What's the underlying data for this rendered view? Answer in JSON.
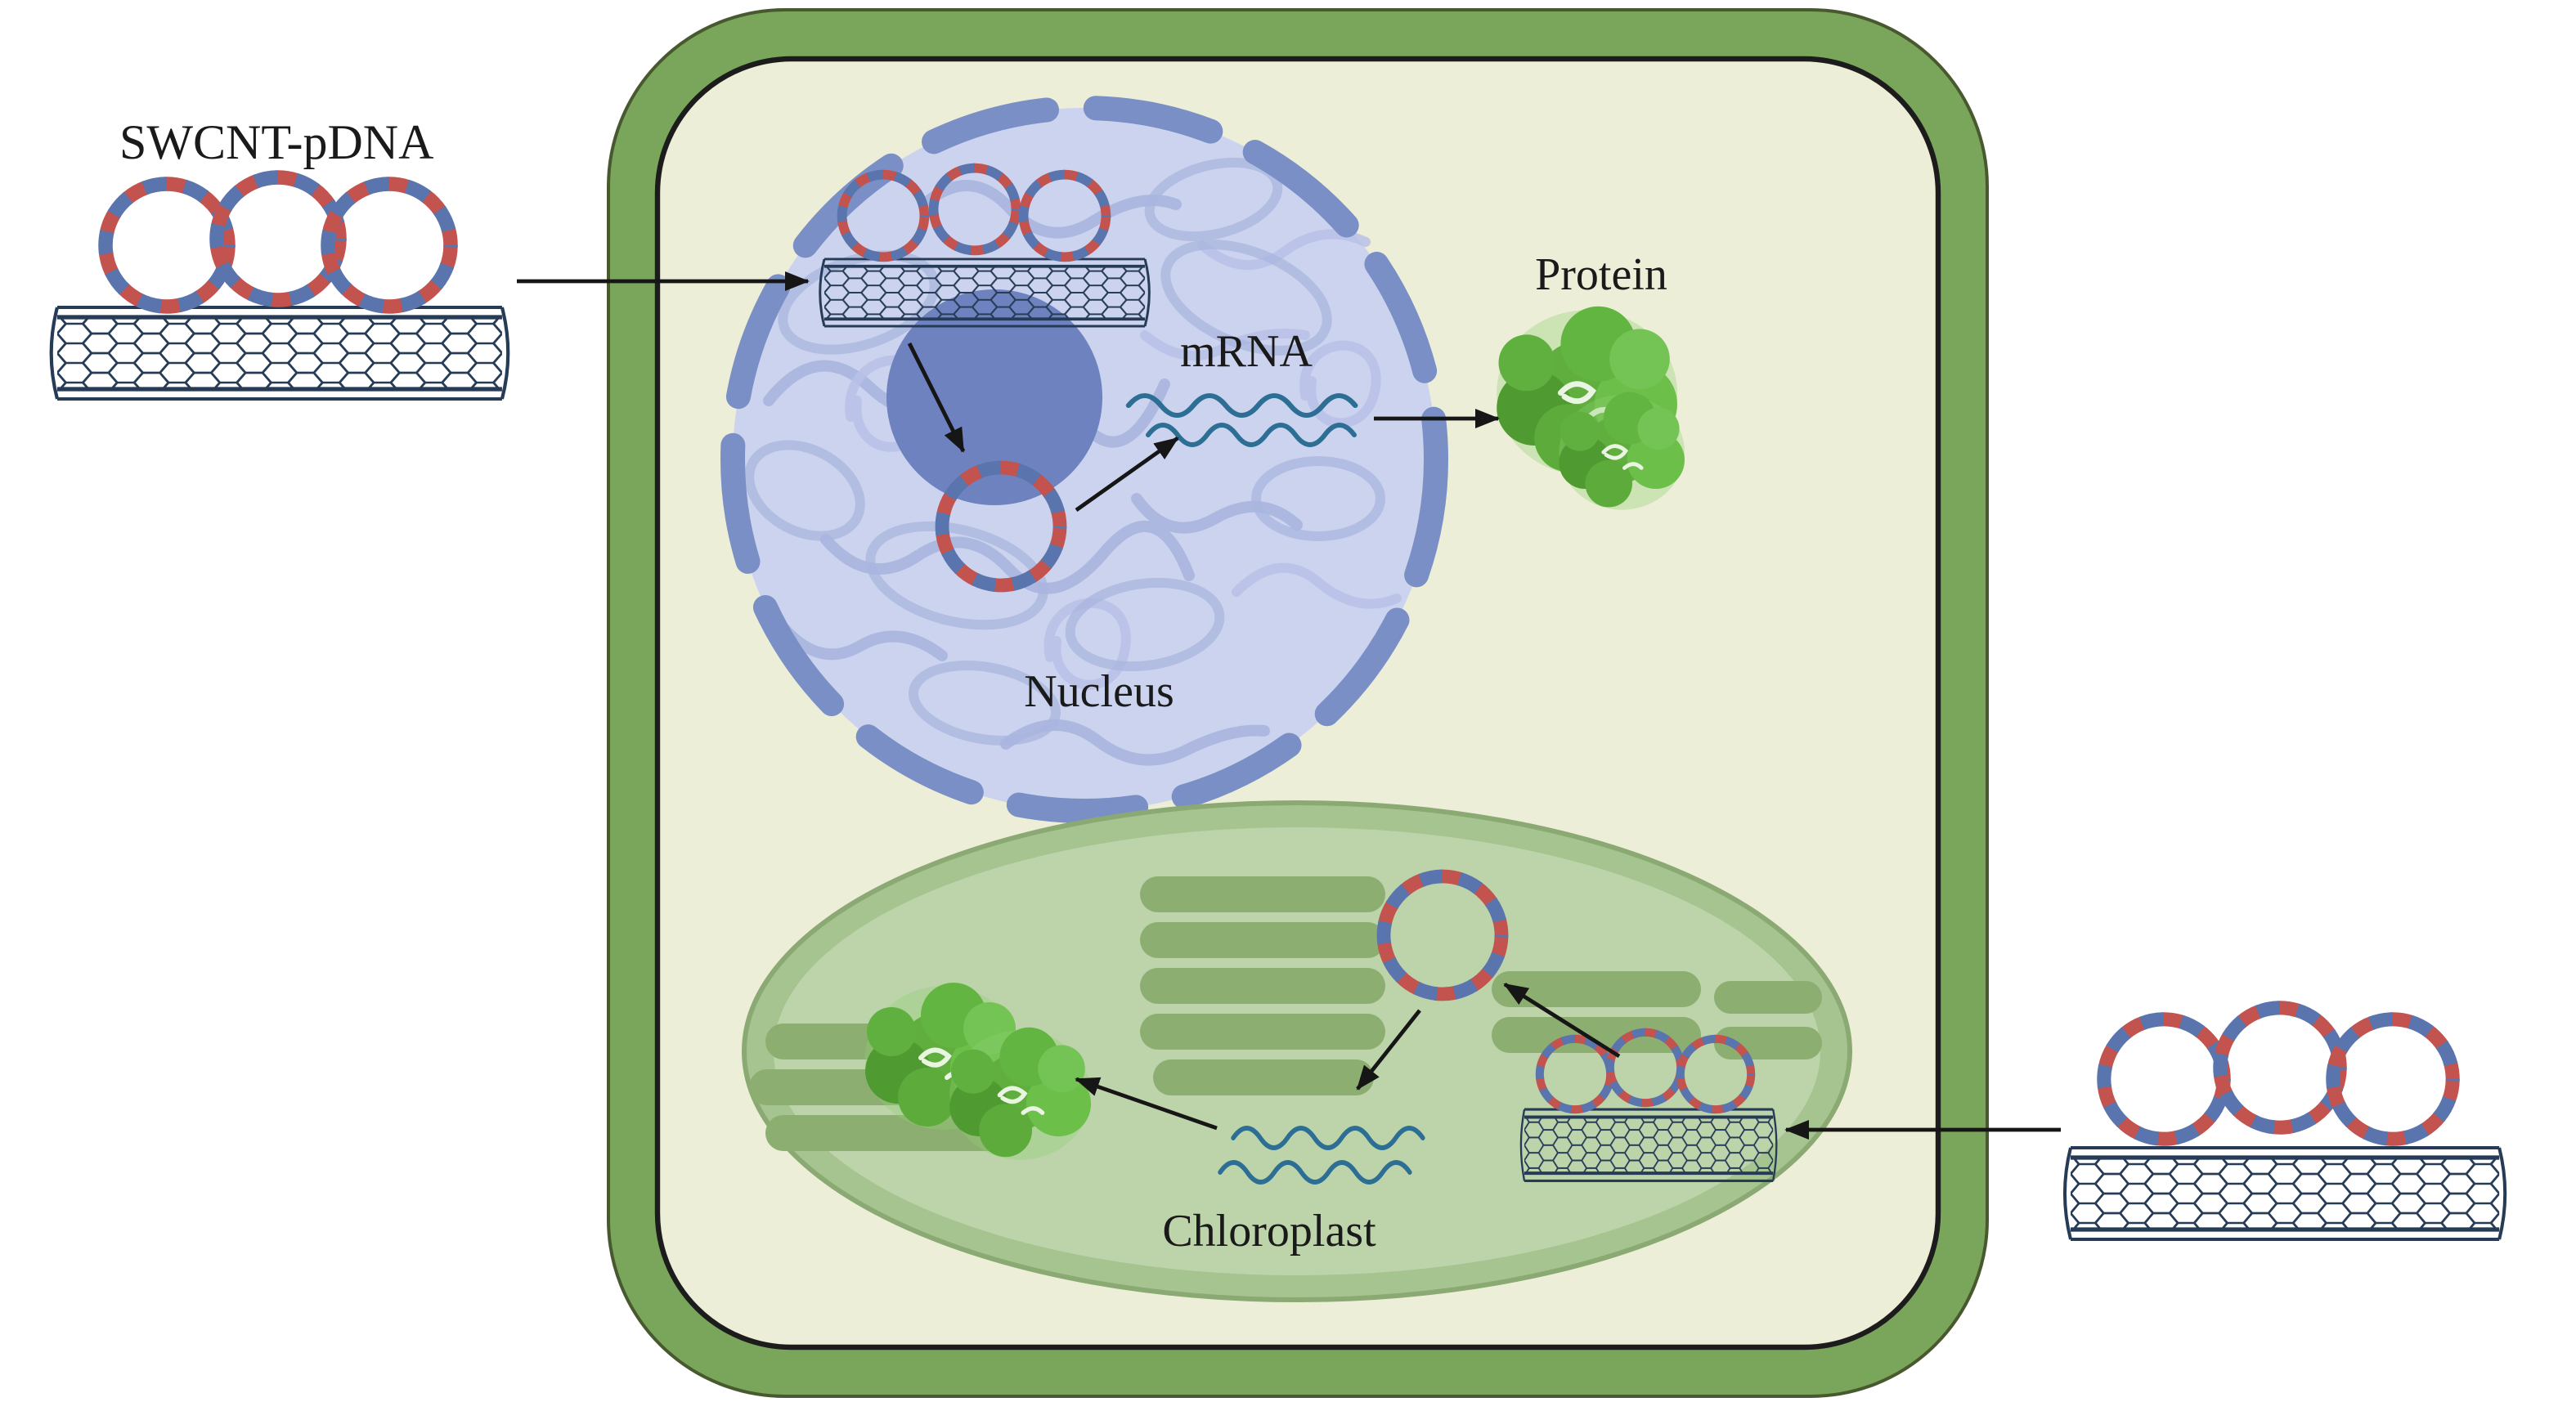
{
  "labels": {
    "swcnt_pdna": "SWCNT-pDNA",
    "mrna": "mRNA",
    "protein": "Protein",
    "nucleus": "Nucleus",
    "chloroplast": "Chloroplast"
  },
  "colors": {
    "background": "#ffffff",
    "cell_wall": "#79a65b",
    "cell_wall_outline": "#49592f",
    "cell_inner_line": "#1c1c1c",
    "cytoplasm": "#edeed8",
    "nucleus_fill": "#ccd3ee",
    "nucleus_border": "#7a8fc6",
    "nucleolus": "#6e82c0",
    "chromatin": "#a4b1dc",
    "chromatin_light": "#b7c1e6",
    "chloroplast_rim": "#a6c48f",
    "chloroplast_fill": "#bdd4ab",
    "thylakoid": "#8cae71",
    "protein_green": "#5fae3e",
    "mrna_stroke": "#2d6f94",
    "plasmid_red": "#c2534e",
    "plasmid_blue": "#5a74ad",
    "nanotube_stroke": "#263b56",
    "arrow": "#161616",
    "label_text": "#1a1a1a"
  }
}
